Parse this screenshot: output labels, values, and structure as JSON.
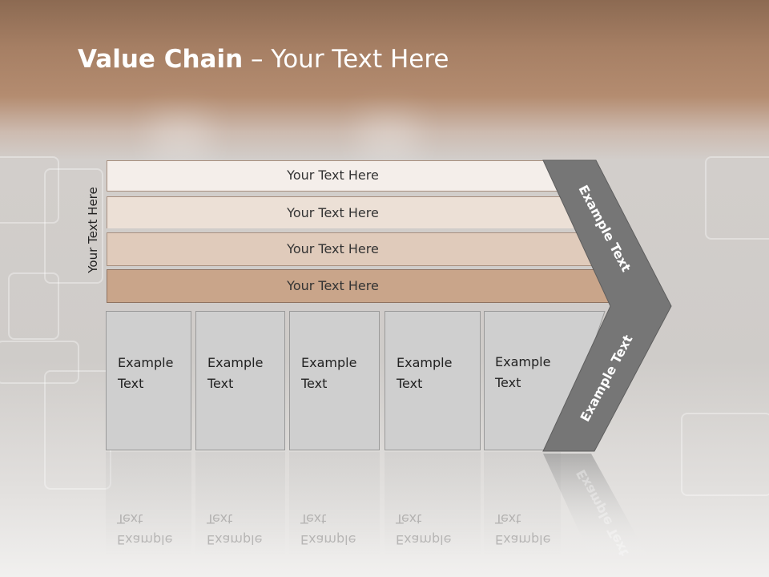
{
  "title": {
    "bold": "Value Chain",
    "rest": " – Your Text Here"
  },
  "side_label": "Your Text Here",
  "bands": [
    {
      "label": "Your Text Here",
      "color": "#f4eeea"
    },
    {
      "label": "Your Text Here",
      "color": "#ece0d6"
    },
    {
      "label": "Your Text Here",
      "color": "#e0cbbb"
    },
    {
      "label": "Your Text Here",
      "color": "#c9a58a"
    }
  ],
  "activities": [
    {
      "line1": "Example",
      "line2": "Text"
    },
    {
      "line1": "Example",
      "line2": "Text"
    },
    {
      "line1": "Example",
      "line2": "Text"
    },
    {
      "line1": "Example",
      "line2": "Text"
    },
    {
      "line1": "Example",
      "line2": "Text"
    }
  ],
  "margin_upper": "Example Text",
  "margin_lower": "Example Text",
  "colors": {
    "chevron": "#767676",
    "title": "#ffffff"
  }
}
